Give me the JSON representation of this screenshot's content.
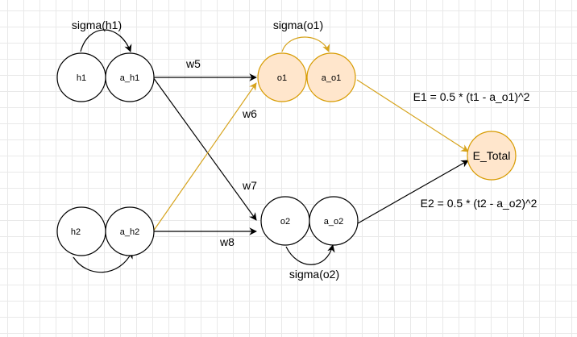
{
  "colors": {
    "plain_fill": "#ffffff",
    "plain_stroke": "#000000",
    "highlight_fill": "#ffe6cc",
    "highlight_stroke": "#d79b00",
    "highlight_edge": "#d6a31c",
    "edge": "#000000"
  },
  "nodes": {
    "h1": "h1",
    "a_h1": "a_h1",
    "h2": "h2",
    "a_h2": "a_h2",
    "o1": "o1",
    "a_o1": "a_o1",
    "o2": "o2",
    "a_o2": "a_o2",
    "e_total": "E_Total"
  },
  "activations": {
    "h1": "sigma(h1)",
    "o1": "sigma(o1)",
    "o2": "sigma(o2)"
  },
  "weights": {
    "w5": "w5",
    "w6": "w6",
    "w7": "w7",
    "w8": "w8"
  },
  "errors": {
    "e1": "E1 = 0.5 * (t1 - a_o1)^2",
    "e2": "E2 = 0.5 * (t2 - a_o2)^2"
  }
}
